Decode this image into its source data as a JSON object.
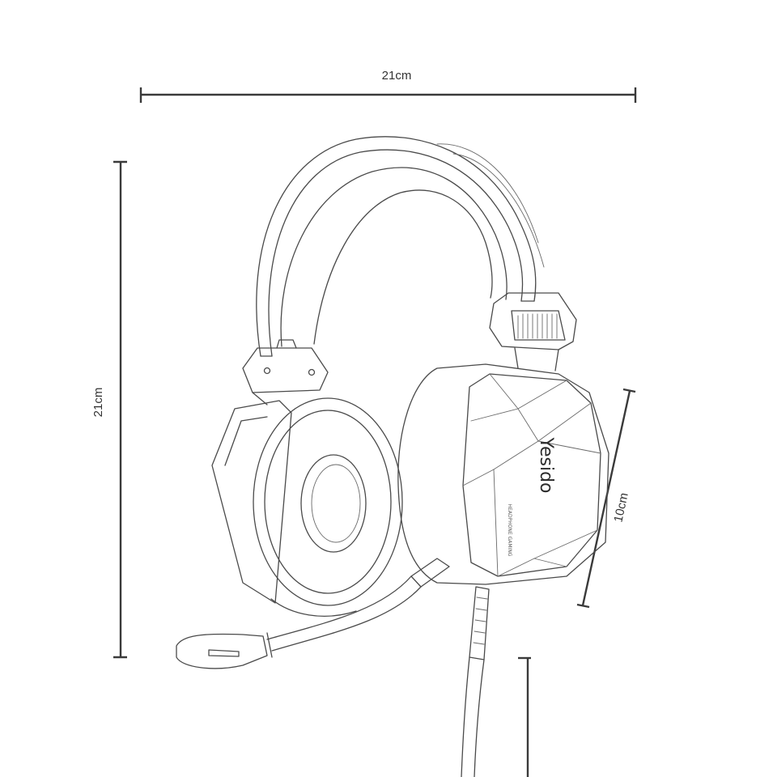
{
  "dimensions": {
    "width_label": "21cm",
    "height_label": "21cm",
    "earcup_label": "10cm"
  },
  "product": {
    "brand": "Yesido",
    "model_text": "HEADPHONE GAMING"
  },
  "colors": {
    "line": "#4a4a4a",
    "background": "#ffffff"
  }
}
